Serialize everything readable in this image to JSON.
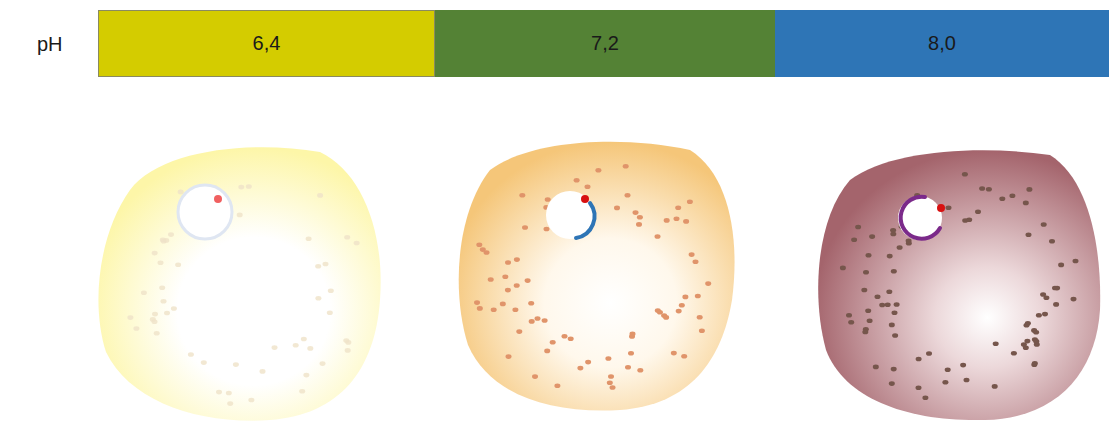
{
  "diagram": {
    "nodes": [
      {
        "text": [
          "6,4"
        ]
      },
      {
        "text": [
          "7,2"
        ]
      },
      {
        "text": [
          "8,0"
        ]
      }
    ],
    "labels": [
      "pH"
    ]
  }
}
